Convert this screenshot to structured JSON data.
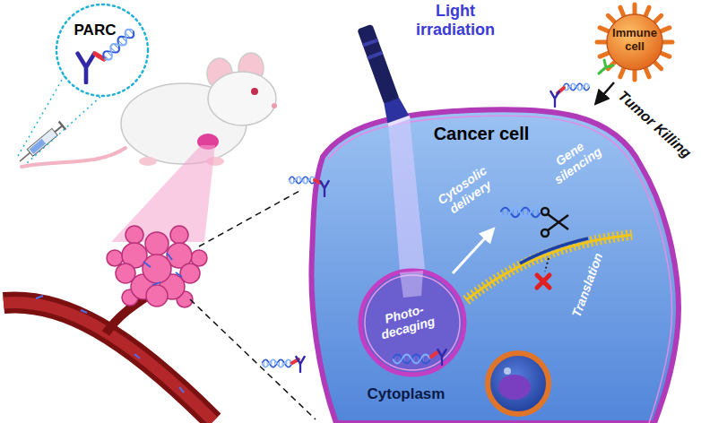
{
  "diagram": {
    "nodes": [
      {
        "text": [
          "PARC"
        ]
      },
      {
        "text": [
          "Cancer cell",
          "Cytosolic delivery",
          "Gene silencing",
          "Translation",
          "Cytoplasm"
        ]
      },
      {
        "text": [
          "Photo-decaging"
        ],
        "in": 1
      },
      {
        "text": [
          "Immune cell"
        ]
      }
    ],
    "edges": [
      {
        "from": 3,
        "to": 1,
        "label": "Tumor Killing",
        "arrow": "to"
      }
    ],
    "labels": [
      "Light irradiation"
    ]
  }
}
